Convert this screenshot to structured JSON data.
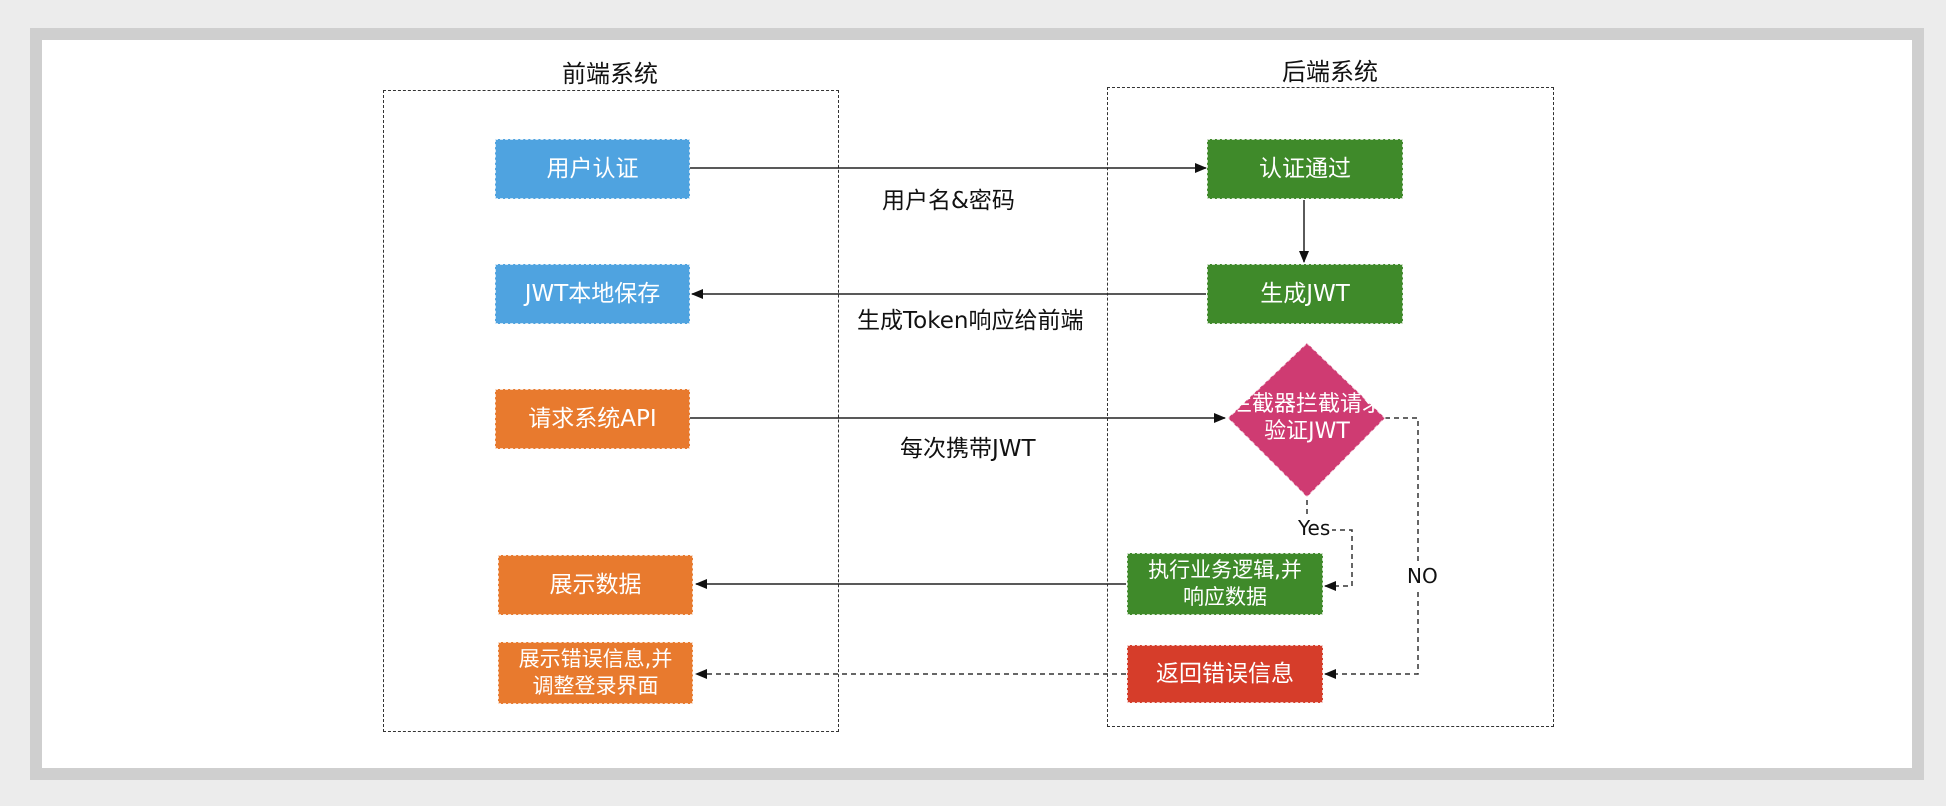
{
  "groups": {
    "frontend": "前端系统",
    "backend": "后端系统"
  },
  "nodes": {
    "user_auth": "用户认证",
    "jwt_local_save": "JWT本地保存",
    "request_api": "请求系统API",
    "show_data": "展示数据",
    "show_error": "展示错误信息,并\n调整登录界面",
    "auth_pass": "认证通过",
    "generate_jwt": "生成JWT",
    "interceptor": "拦截器拦截请求\n验证JWT",
    "execute_logic": "执行业务逻辑,并\n响应数据",
    "return_error": "返回错误信息"
  },
  "edges": {
    "username_password": "用户名&密码",
    "token_response": "生成Token响应给前端",
    "carry_jwt": "每次携带JWT",
    "yes": "Yes",
    "no": "NO"
  },
  "colors": {
    "blue": "#4fa3e0",
    "green": "#3f8a2a",
    "orange": "#e87a2e",
    "red": "#d63d2a",
    "magenta": "#cf3b72"
  }
}
